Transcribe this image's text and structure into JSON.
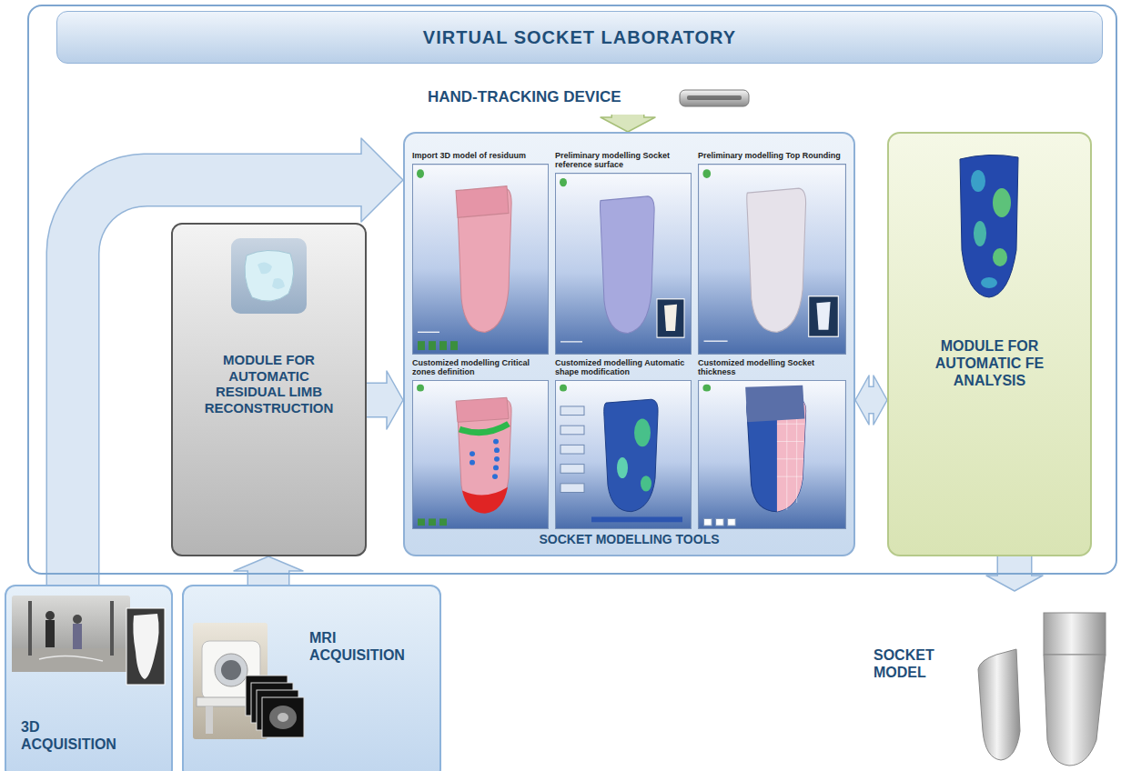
{
  "diagram": {
    "nodes": [
      {
        "text": [
          "VIRTUAL SOCKET LABORATORY"
        ]
      },
      {
        "text": [
          "HAND-TRACKING DEVICE"
        ],
        "in": 0
      },
      {
        "text": [
          "MODULE FOR AUTOMATIC RESIDUAL LIMB RECONSTRUCTION"
        ],
        "in": 0
      },
      {
        "text": [
          "SOCKET MODELLING TOOLS"
        ],
        "in": 0
      },
      {
        "text": [
          "Import 3D model of residuum"
        ],
        "in": 3
      },
      {
        "text": [
          "Preliminary modelling Socket reference surface"
        ],
        "in": 3
      },
      {
        "text": [
          "Preliminary modelling Top Rounding"
        ],
        "in": 3
      },
      {
        "text": [
          "Customized modelling Critical zones definition"
        ],
        "in": 3
      },
      {
        "text": [
          "Customized modelling Automatic shape modification"
        ],
        "in": 3
      },
      {
        "text": [
          "Customized modelling Socket thickness"
        ],
        "in": 3
      },
      {
        "text": [
          "MODULE FOR AUTOMATIC FE ANALYSIS"
        ],
        "in": 0
      },
      {
        "text": [
          "3D ACQUISITION"
        ]
      },
      {
        "text": [
          "MRI ACQUISITION"
        ]
      },
      {
        "text": [
          "SOCKET MODEL"
        ]
      }
    ],
    "edges": [
      {
        "from": 1,
        "to": 3,
        "arrow": "to"
      },
      {
        "from": 11,
        "to": 3,
        "arrow": "to"
      },
      {
        "from": 12,
        "to": 2,
        "arrow": "to"
      },
      {
        "from": 2,
        "to": 3,
        "arrow": "to"
      },
      {
        "from": 3,
        "to": 10,
        "arrow": "both"
      },
      {
        "from": 10,
        "to": 13,
        "arrow": "to"
      }
    ]
  }
}
